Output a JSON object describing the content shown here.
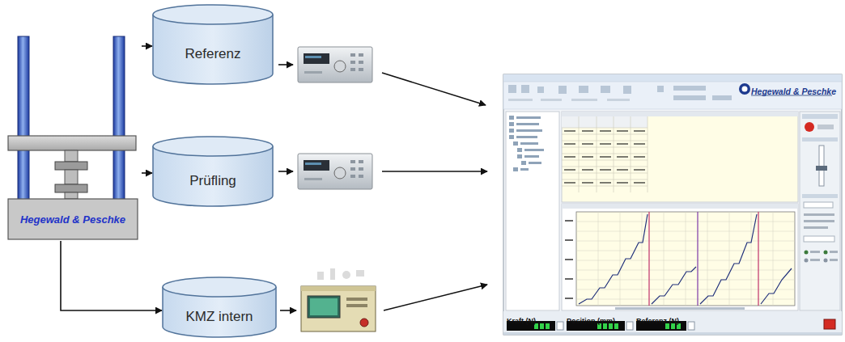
{
  "diagram": {
    "nodes": [
      {
        "text": [
          "Hegewald & Peschke"
        ]
      },
      {
        "text": [
          "Referenz"
        ]
      },
      {
        "text": [
          "Prüfling"
        ]
      },
      {
        "text": [
          "KMZ intern"
        ]
      }
    ],
    "edges": [
      {
        "from": 0,
        "to": 1,
        "arrow": "to"
      },
      {
        "from": 0,
        "to": 2,
        "arrow": "to"
      },
      {
        "from": 0,
        "to": 3,
        "arrow": "to"
      }
    ],
    "labels": [
      "Hegewald & Peschke",
      "Kraft (N)",
      "Position (mm)",
      "Referenz (N)"
    ]
  }
}
